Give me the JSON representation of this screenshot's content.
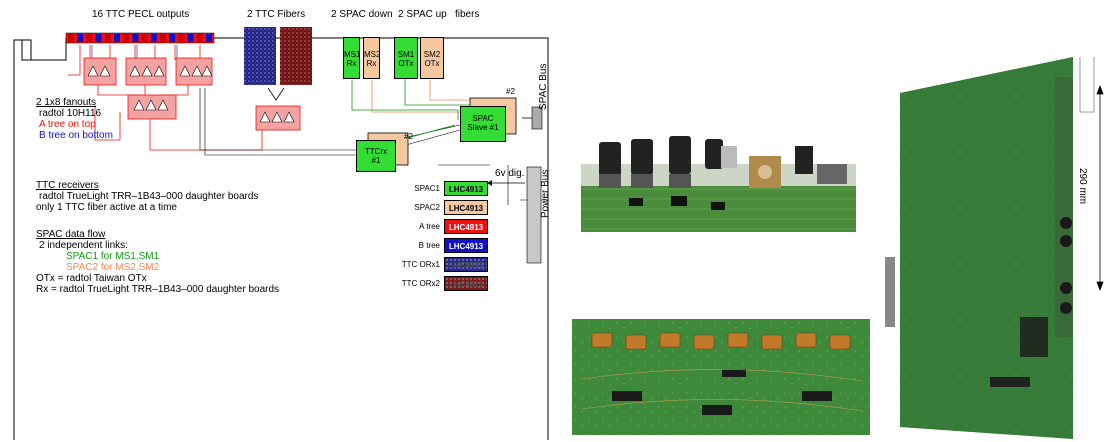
{
  "header": {
    "pecl": "16 TTC PECL outputs",
    "fibers": "2 TTC Fibers",
    "spac_down": "2 SPAC down",
    "spac_up": "2 SPAC up",
    "fibers_word": "fibers"
  },
  "blocks": {
    "ms1": "MS1\nRx",
    "ms2": "MS2\nRx",
    "sm1": "SM1\nOTx",
    "sm2": "SM2\nOTx",
    "spac_slave": "SPAC\nSlave #1",
    "spac_slave_tag": "#2",
    "ttcrx": "TTCrx\n#1",
    "ttcrx_tag": "#2"
  },
  "side_labels": {
    "spac_bus": "SPAC Bus",
    "power_bus": "Power Bus",
    "six_v": "6v dig.",
    "dimension": "290 mm"
  },
  "fanouts": {
    "title": "2 1x8 fanouts",
    "part": "radtol 10H116",
    "a_tree": "A tree on top",
    "b_tree": "B tree on bottom"
  },
  "ttc_receivers": {
    "title": "TTC receivers",
    "line1": "radtol TrueLight TRR–1B43–000 daughter boards",
    "line2": "only 1 TTC fiber active at a time"
  },
  "spac_flow": {
    "title": "SPAC data flow",
    "line1": "2 independent links:",
    "spac1": "SPAC1 for MS1,SM1",
    "spac2": "SPAC2 for MS2,SM2",
    "otx": "OTx = radtol Taiwan OTx",
    "rx": "Rx =  radtol TrueLight TRR–1B43–000 daughter boards"
  },
  "legend": [
    {
      "label": "SPAC1",
      "chip": "LHC4913",
      "color": "#33dd33",
      "text_color": "#000000"
    },
    {
      "label": "SPAC2",
      "chip": "LHC4913",
      "color": "#f5c8a0",
      "text_color": "#000000"
    },
    {
      "label": "A tree",
      "chip": "LHC4913",
      "color": "#ee1111",
      "text_color": "#ffffff"
    },
    {
      "label": "B tree",
      "chip": "LHC4913",
      "color": "#1111cc",
      "text_color": "#ffffff"
    },
    {
      "label": "TTC ORx1",
      "chip": "LHC4913",
      "color": "#2a2a8a",
      "text_color": "#555555"
    },
    {
      "label": "TTC ORx2",
      "chip": "LHC4913",
      "color": "#7a1a1a",
      "text_color": "#555555"
    }
  ],
  "colors": {
    "a_tree": "#ee1111",
    "b_tree": "#1111cc",
    "spac1": "#119911",
    "spac2": "#ee8855",
    "green_block": "#33dd33",
    "peach_block": "#f5c8a0",
    "fanout_fill": "#f4a3a3"
  }
}
